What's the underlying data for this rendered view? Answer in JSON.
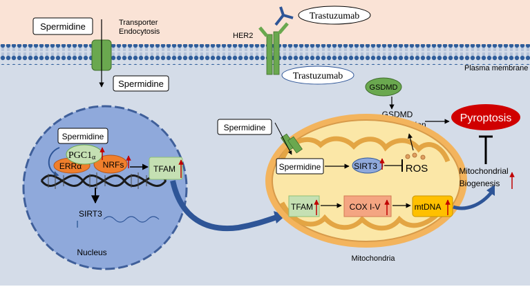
{
  "labels": {
    "spermidine_top": "Spermidine",
    "transporter_line1": "Transporter",
    "transporter_line2": "Endocytosis",
    "spermidine_inner": "Spermidine",
    "her2": "HER2",
    "trastuzumab_top": "Trastuzumab",
    "trastuzumab_bottom": "Trastuzumab",
    "plasma_membrane": "Plasma membrane",
    "gsdmd": "GSDMD",
    "gsdmd_oligo_line1": "GSDMD",
    "gsdmd_oligo_line2": "Oligomerization",
    "pyroptosis": "Pyroptosis",
    "spermidine_nucleus": "Spermidine",
    "pgc_main": "PGC1",
    "pgc_sub": "α",
    "erra": "ERRα",
    "nrfs": "NRFs",
    "tfam_nucleus": "TFAM",
    "sirt3_nucleus": "SIRT3",
    "nucleus": "Nucleus",
    "spermidine_mito_out": "Spermidine",
    "spermidine_mito_in": "Spermidine",
    "sirt3_mito": "SIRT3",
    "ros": "ROS",
    "tfam_mito": "TFAM",
    "cox": "COX I-V",
    "mtdna": "mtDNA",
    "mito_bio_line1": "Mitochondrial",
    "mito_bio_line2": "Biogenesis",
    "mitochondria": "Mitochondria"
  },
  "colors": {
    "background": "#d4dce8",
    "membrane_band": "#fae3d6",
    "nucleus": "#8fa9db",
    "mitochondria_fill": "#fbe7a7",
    "channel_green": "#6aa84f",
    "up_arrow_red": "#c00000",
    "pyroptosis_red": "#d00000",
    "orange_protein": "#f07f2c",
    "mtdna_yellow": "#ffc000",
    "cox_salmon": "#f4a582",
    "tfam_green": "#c5e0b3"
  }
}
